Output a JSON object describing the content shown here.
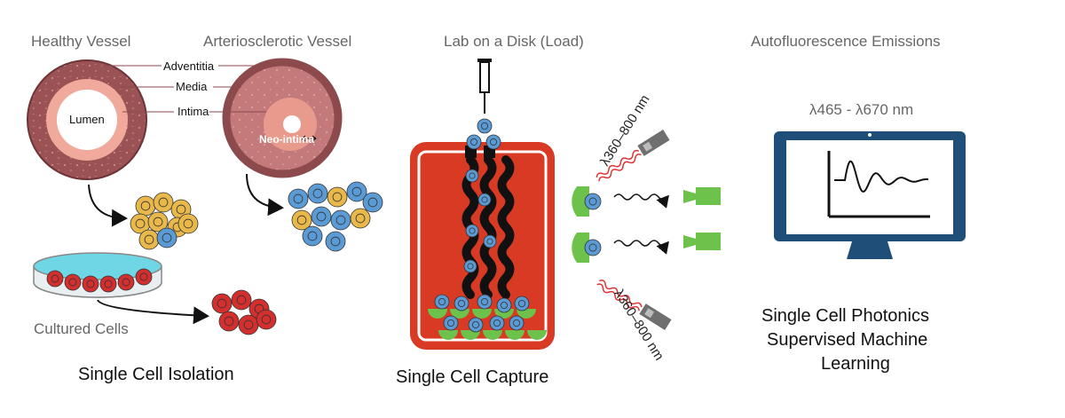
{
  "labels": {
    "healthy_vessel": "Healthy Vessel",
    "arterio_vessel": "Arteriosclerotic Vessel",
    "adventitia": "Adventitia",
    "media": "Media",
    "intima": "Intima",
    "lumen": "Lumen",
    "neo_intima": "Neo-intima",
    "cultured_cells": "Cultured Cells",
    "single_cell_isolation": "Single Cell Isolation",
    "lab_on_disk": "Lab on a Disk (Load)",
    "single_cell_capture": "Single Cell Capture",
    "wavelength_top": "λ360–800 nm",
    "wavelength_bottom": "λ360–800 nm",
    "autofluorescence": "Autofluorescence Emissions",
    "emission_range": "λ465 - λ670 nm",
    "photonics_line1": "Single Cell Photonics",
    "photonics_line2": "Supervised Machine",
    "photonics_line3": "Learning"
  },
  "colors": {
    "vessel_wall": "#8c4a4c",
    "vessel_media": "#c0787a",
    "intima": "#f0a99a",
    "lumen": "#ffffff",
    "disk_red": "#d93a24",
    "monitor_blue": "#1f4e79",
    "detector_green": "#6cc24a",
    "cell_blue": "#5b9bd5",
    "cell_yellow": "#e8b84a",
    "cell_red": "#d32f2f",
    "dish_cyan": "#6fd6e6"
  }
}
